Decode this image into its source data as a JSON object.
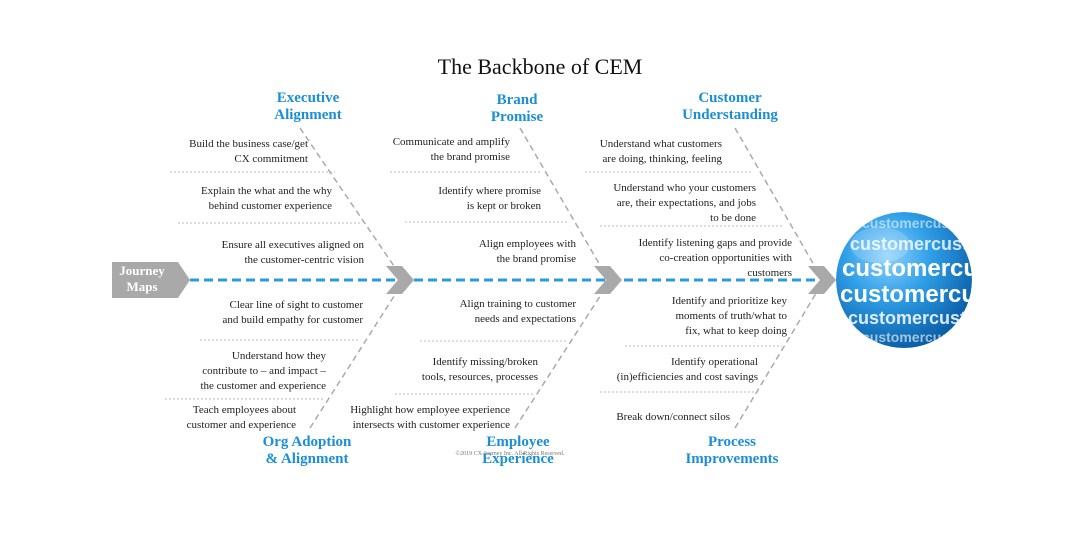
{
  "title": "The Backbone of CEM",
  "copyright": "©2019 CX Journey Inc. All Rights Reserved.",
  "head_label": "Journey\nMaps",
  "globe_word": "customer",
  "colors": {
    "accent": "#1a8fd6",
    "spine": "#2a9be0",
    "arrow": "#a9a9a9"
  },
  "categories": {
    "executive": "Executive\nAlignment",
    "brand": "Brand\nPromise",
    "customer": "Customer\nUnderstanding",
    "org": "Org Adoption\n& Alignment",
    "employee": "Employee\nExperience",
    "process": "Process\nImprovements"
  },
  "items": {
    "executive": [
      "Build the business case/get\nCX commitment",
      "Explain the what and the why\nbehind customer experience",
      "Ensure all executives aligned on\nthe customer-centric vision"
    ],
    "brand": [
      "Communicate and amplify\nthe brand promise",
      "Identify where promise\nis kept or broken",
      "Align employees with\nthe brand promise"
    ],
    "customer": [
      "Understand what customers\nare doing, thinking, feeling",
      "Understand who your customers\nare, their expectations, and jobs\nto be done",
      "Identify listening gaps and provide\nco-creation opportunities with\ncustomers"
    ],
    "org": [
      "Clear line of sight to customer\nand build empathy for customer",
      "Understand how they\ncontribute to – and impact –\nthe customer and experience",
      "Teach employees about\ncustomer and experience"
    ],
    "employee": [
      "Align training to customer\nneeds and expectations",
      "Identify missing/broken\ntools, resources, processes",
      "Highlight how employee experience\nintersects with customer experience"
    ],
    "process": [
      "Identify and prioritize key\nmoments of truth/what to\nfix, what to keep doing",
      "Identify operational\n(in)efficiencies and cost savings",
      "Break down/connect silos"
    ]
  }
}
